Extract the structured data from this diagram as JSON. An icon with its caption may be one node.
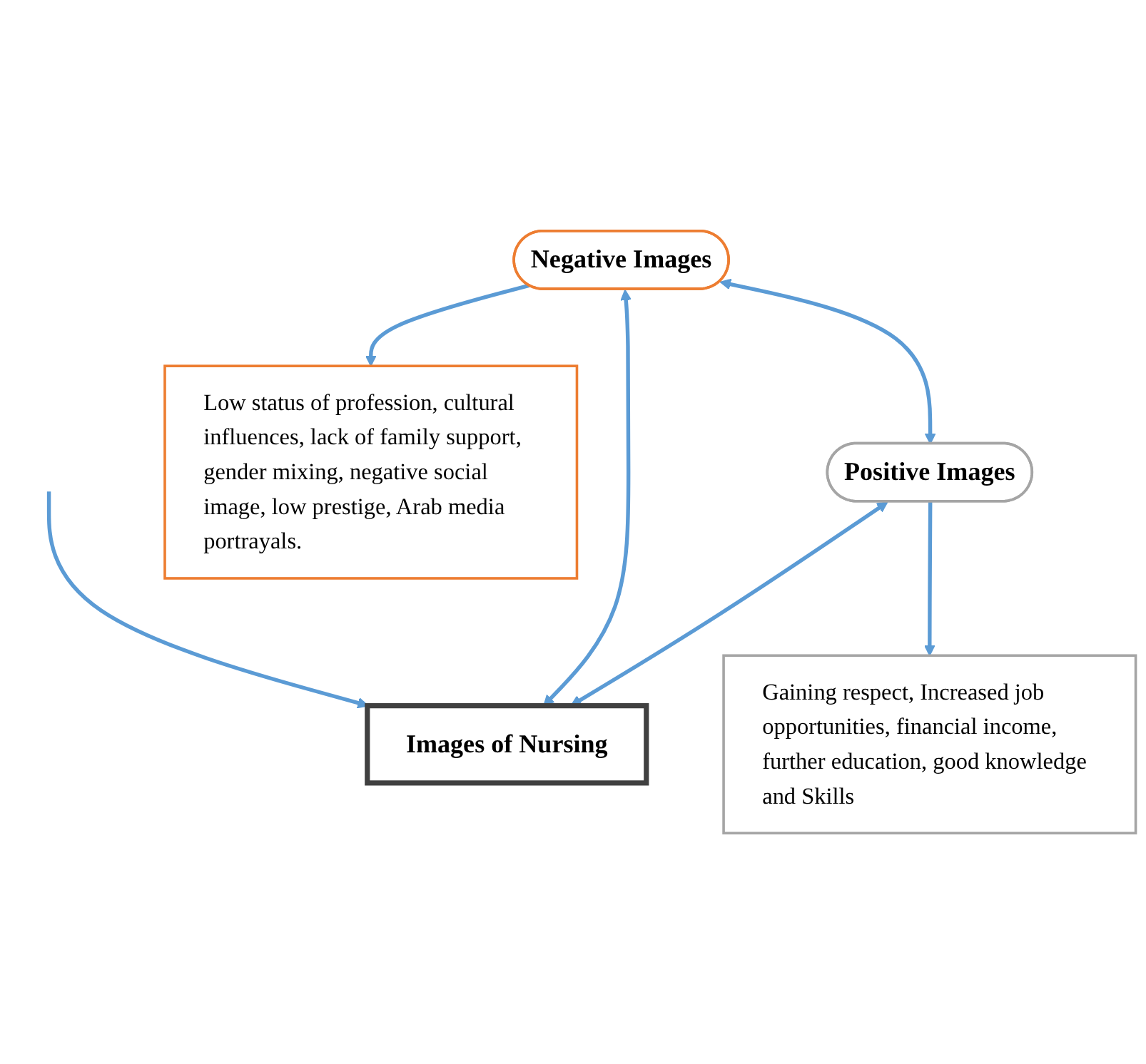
{
  "diagram": {
    "nodes": [
      {
        "text": [
          "Images of Nursing"
        ]
      },
      {
        "text": [
          "Negative Images"
        ]
      },
      {
        "text": [
          "Positive Images"
        ]
      },
      {
        "text": [
          "Low status of profession, cultural influences, lack of family support, gender mixing, negative social image, low prestige, Arab media portrayals."
        ]
      },
      {
        "text": [
          "Gaining respect, Increased job opportunities, financial income, further education, good knowledge and Skills"
        ]
      }
    ],
    "edges": [
      {
        "from": null,
        "to": 0,
        "arrow": "to"
      },
      {
        "from": 1,
        "to": 0,
        "arrow": "both"
      },
      {
        "from": 2,
        "to": 0,
        "arrow": "both"
      },
      {
        "from": 1,
        "to": 2,
        "arrow": "both"
      },
      {
        "from": 1,
        "to": 3,
        "arrow": "to"
      },
      {
        "from": 2,
        "to": 4,
        "arrow": "to"
      }
    ]
  }
}
